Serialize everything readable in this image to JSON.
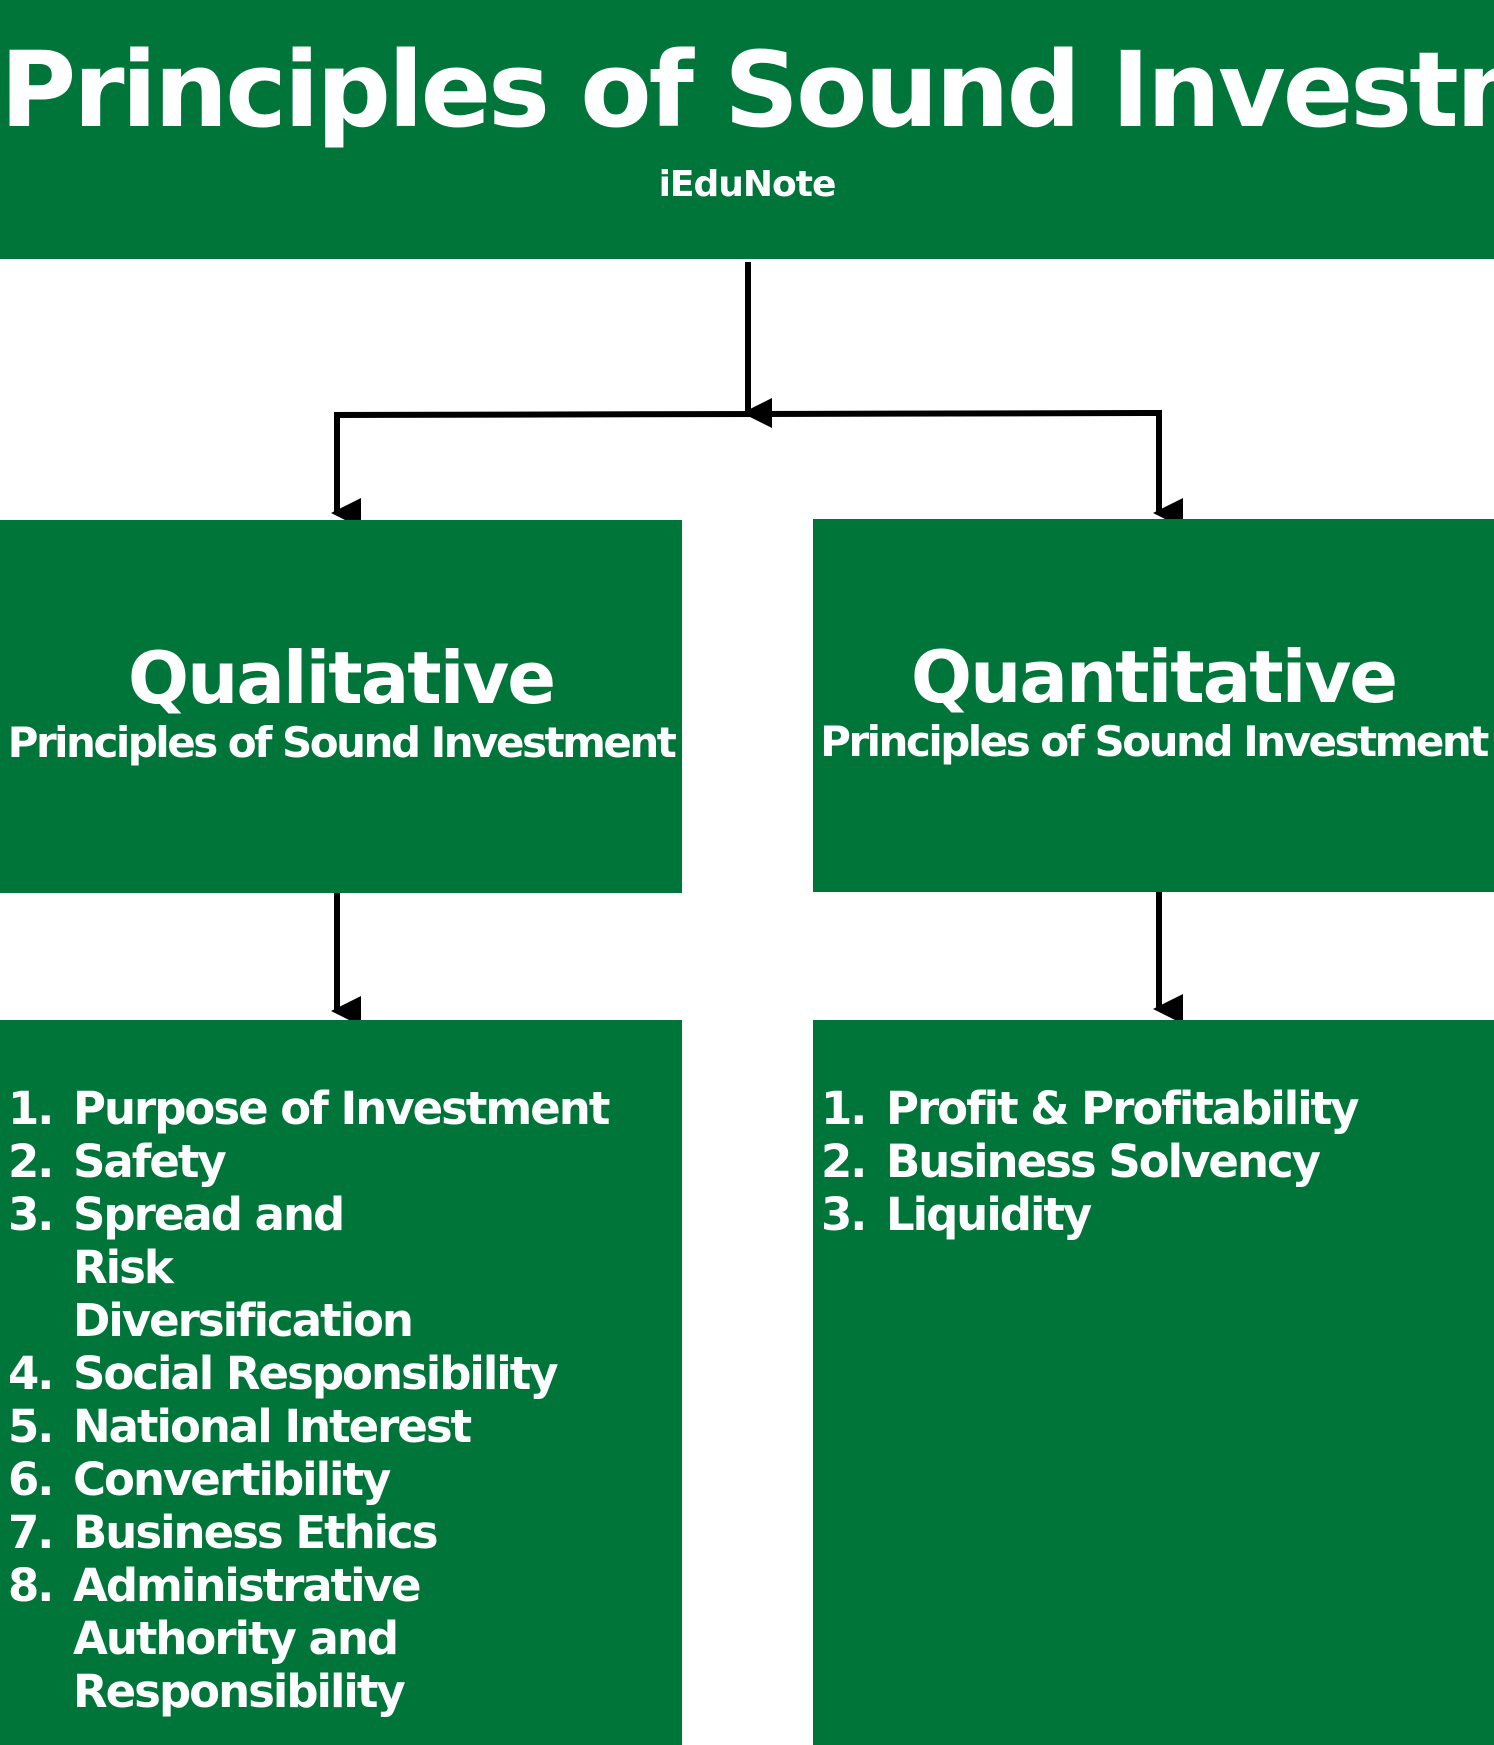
{
  "colors": {
    "box_green": "#00753A",
    "text": "#ffffff",
    "arrow": "#000000"
  },
  "header": {
    "title": "Principles of Sound Investment",
    "subtitle": "iEduNote"
  },
  "qualitative": {
    "title": "Qualitative",
    "subtitle": "Principles of Sound Investment",
    "items": [
      {
        "num": "1.",
        "label": "Purpose of Investment"
      },
      {
        "num": "2.",
        "label": "Safety"
      },
      {
        "num": "3.",
        "label": "Spread and Risk Diversification"
      },
      {
        "num": "4.",
        "label": "Social Responsibility"
      },
      {
        "num": "5.",
        "label": "National Interest"
      },
      {
        "num": "6.",
        "label": "Convertibility"
      },
      {
        "num": "7.",
        "label": "Business Ethics"
      },
      {
        "num": "8.",
        "label": "Administrative Authority and Responsibility"
      }
    ]
  },
  "quantitative": {
    "title": "Quantitative",
    "subtitle": "Principles of Sound Investment",
    "items": [
      {
        "num": "1.",
        "label": "Profit & Profitability"
      },
      {
        "num": "2.",
        "label": "Business Solvency"
      },
      {
        "num": "3.",
        "label": "Liquidity"
      }
    ]
  }
}
